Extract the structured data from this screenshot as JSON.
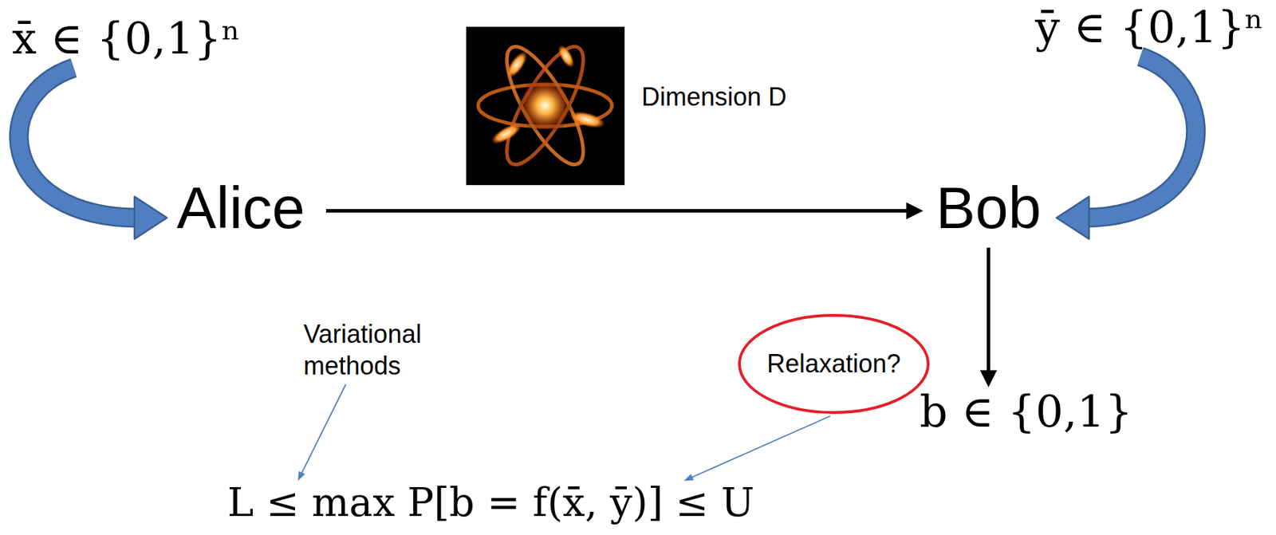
{
  "diagram": {
    "nodes": [
      {
        "text": [
          "x̄ ∈ {0,1}ⁿ"
        ]
      },
      {
        "text": [
          "ȳ ∈ {0,1}ⁿ"
        ]
      },
      {
        "text": [
          "Alice"
        ]
      },
      {
        "text": [
          "Bob"
        ]
      },
      {
        "text": [
          "b ∈ {0,1}"
        ]
      },
      {
        "text": [
          "Variational methods"
        ]
      },
      {
        "text": [
          "Relaxation?"
        ]
      },
      {
        "text": [
          "L ≤ max P[b = f(x̄, ȳ)] ≤ U"
        ]
      }
    ],
    "edges": [
      {
        "from": 0,
        "to": 2,
        "arrow": "to"
      },
      {
        "from": 1,
        "to": 3,
        "arrow": "to"
      },
      {
        "from": 2,
        "to": 3,
        "arrow": "to"
      },
      {
        "from": 3,
        "to": 4,
        "arrow": "to"
      },
      {
        "from": 5,
        "to": 7,
        "arrow": "to"
      },
      {
        "from": 6,
        "to": 7,
        "arrow": "to"
      }
    ],
    "labels": [
      "Dimension D"
    ]
  }
}
